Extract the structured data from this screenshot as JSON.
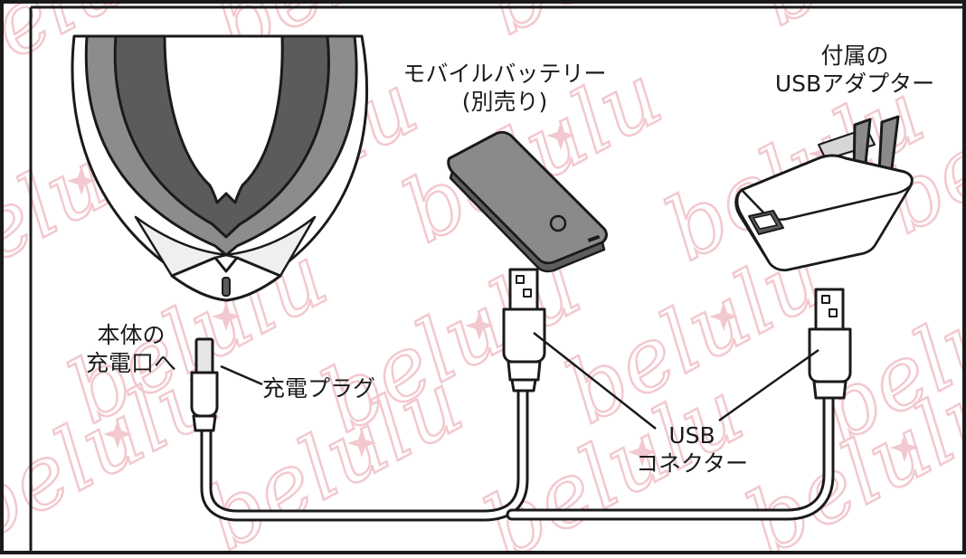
{
  "labels": {
    "battery_line1": "モバイルバッテリー",
    "battery_line2": "(別売り)",
    "adapter_line1": "付属の",
    "adapter_line2": "USBアダプター",
    "body_line1": "本体の",
    "body_line2": "充電口へ",
    "plug": "充電プラグ",
    "connector_line1": "USB",
    "connector_line2": "コネクター"
  },
  "watermark": {
    "text": "belulu",
    "color": "#f2c9cf"
  },
  "colors": {
    "stroke": "#1a1a1a",
    "device_dark": "#5b5b5b",
    "device_shade": "#8c8c8c",
    "battery": "#8a8a8a",
    "frame": "#1a1a1a"
  },
  "icons": [
    "neck-device-icon",
    "mobile-battery-icon",
    "usb-adapter-icon",
    "usb-plug-icon",
    "charging-plug-icon",
    "cable-icon"
  ]
}
